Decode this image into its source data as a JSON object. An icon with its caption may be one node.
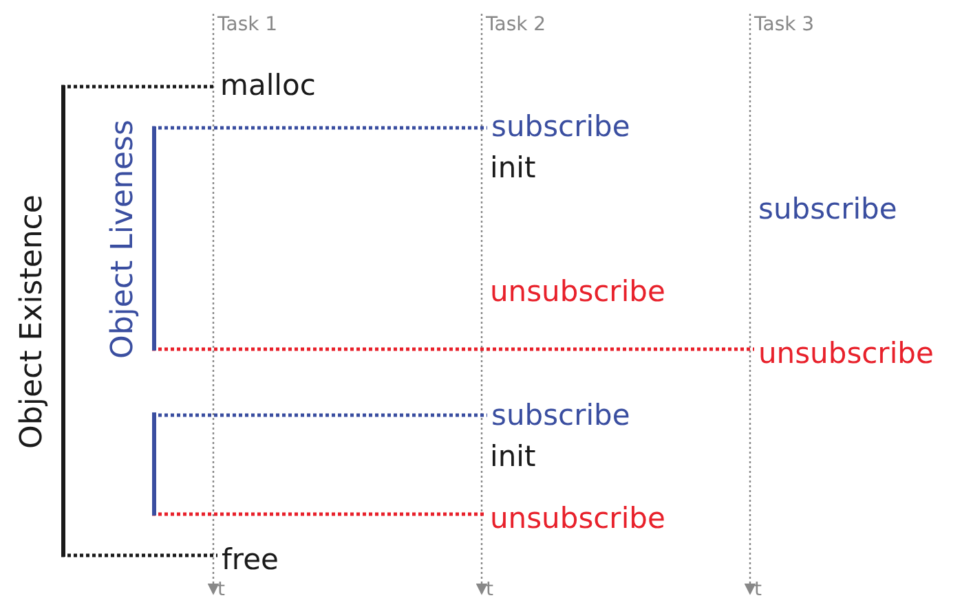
{
  "diagram": {
    "nodes": [
      {
        "text": [
          "Object Existence"
        ]
      },
      {
        "text": [
          "Object Liveness"
        ]
      },
      {
        "text": [],
        "shape": "bar"
      },
      {
        "text": [
          "malloc"
        ]
      },
      {
        "text": [
          "subscribe"
        ]
      },
      {
        "text": [
          "init"
        ]
      },
      {
        "text": [
          "subscribe"
        ]
      },
      {
        "text": [
          "unsubscribe"
        ]
      },
      {
        "text": [
          "unsubscribe"
        ]
      },
      {
        "text": [
          "subscribe"
        ]
      },
      {
        "text": [
          "init"
        ]
      },
      {
        "text": [
          "unsubscribe"
        ]
      },
      {
        "text": [
          "free"
        ]
      }
    ],
    "edges": [
      {
        "from": 0,
        "to": 3,
        "arrow": "none",
        "style": "dashed",
        "color": "#1a1a1a"
      },
      {
        "from": 0,
        "to": 12,
        "arrow": "none",
        "style": "dashed",
        "color": "#1a1a1a"
      },
      {
        "from": 1,
        "to": 4,
        "arrow": "none",
        "style": "dashed",
        "color": "#3a4ea0"
      },
      {
        "from": 1,
        "to": 8,
        "arrow": "none",
        "style": "dashed",
        "color": "#e8212b"
      },
      {
        "from": 2,
        "to": 9,
        "arrow": "none",
        "style": "dashed",
        "color": "#3a4ea0"
      },
      {
        "from": 2,
        "to": 11,
        "arrow": "none",
        "style": "dashed",
        "color": "#e8212b"
      }
    ],
    "labels": [
      "Task 1",
      "Task 2",
      "Task 3",
      "t",
      "t",
      "t"
    ]
  }
}
